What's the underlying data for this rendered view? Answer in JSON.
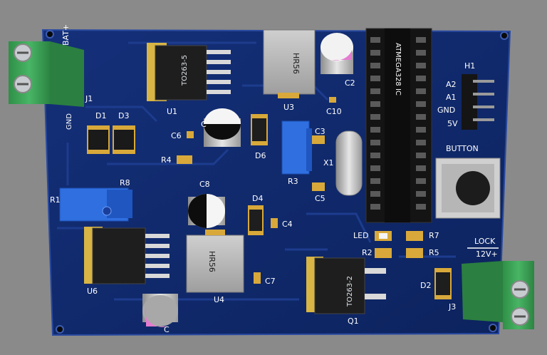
{
  "colors": {
    "background": "#8a8a8a",
    "pcb": "#10296b",
    "pcb_edge": "#1c3a8a",
    "silkscreen": "#ffffff",
    "terminal_green": "#3fa55a",
    "trimmer_blue": "#2f6fe0"
  },
  "labels": {
    "bat_plus": "BAT+",
    "gnd_j1": "GND",
    "j1": "J1",
    "d1": "D1",
    "d3": "D3",
    "u1": "U1",
    "u1_chip": "TO263-5",
    "c_upper": "C",
    "c6": "C6",
    "r4": "R4",
    "d6": "D6",
    "u3_chip": "HR56",
    "u3": "U3",
    "c2": "C2",
    "c10": "C10",
    "c3": "C3",
    "x1": "X1",
    "r3": "R3",
    "c5": "C5",
    "ic_label": "ATMEGA328 IC",
    "h1": "H1",
    "a2": "A2",
    "a1": "A1",
    "gnd_h1": "GND",
    "v5": "5V",
    "button": "BUTTON",
    "r1": "R1",
    "r8": "R8",
    "c8": "C8",
    "d4": "D4",
    "c4": "C4",
    "u6": "U6",
    "u4_chip": "HR56",
    "u4": "U4",
    "c7": "C7",
    "c_lower": "C",
    "led": "LED",
    "r7": "R7",
    "r2": "R2",
    "r5": "R5",
    "q1_chip": "TO263-2",
    "q1": "Q1",
    "d2": "D2",
    "j3": "J3",
    "lock": "LOCK",
    "v12": "12V+"
  }
}
